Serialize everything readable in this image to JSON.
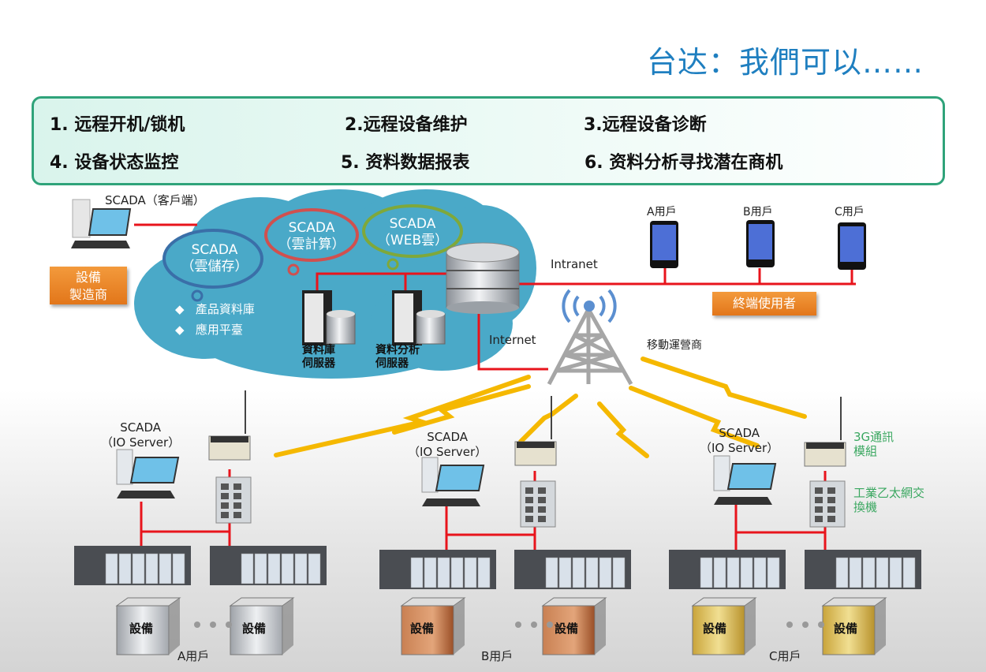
{
  "title": "台达：我們可以……",
  "features": [
    {
      "label": "1. 远程开机/锁机"
    },
    {
      "label": "2.远程设备维护"
    },
    {
      "label": "3.远程设备诊断"
    },
    {
      "label": "4. 设备状态监控"
    },
    {
      "label": "5. 资料数据报表"
    },
    {
      "label": "6. 资料分析寻找潜在商机"
    }
  ],
  "cloud": {
    "client_label": "SCADA（客戶端）",
    "manufacturer": [
      "設備",
      "製造商"
    ],
    "storage": [
      "SCADA",
      "（雲儲存）"
    ],
    "compute": [
      "SCADA",
      "（雲計算）"
    ],
    "web": [
      "SCADA",
      "（WEB雲）"
    ],
    "bullets": [
      "產品資料庫",
      "應用平臺"
    ],
    "db_server": [
      "資料庫",
      "伺服器"
    ],
    "analysis_server": [
      "資料分析",
      "伺服器"
    ],
    "colors": {
      "cloud": "#4aa9c8",
      "storage_border": "#3a6fa8",
      "compute_border": "#d0504f",
      "web_border": "#7fa83a"
    }
  },
  "network": {
    "intranet": "Intranet",
    "internet": "Internet",
    "carrier": "移動運營商",
    "end_users_label": "終端使用者",
    "mobile_users": [
      "A用戶",
      "B用戶",
      "C用戶"
    ],
    "link_color": "#e8141c",
    "wireless_color": "#f5b800"
  },
  "sites": [
    {
      "scada": [
        "SCADA",
        "（IO Server）"
      ],
      "device": "設備",
      "user": "A用戶",
      "box_color": "#b9bcc2"
    },
    {
      "scada": [
        "SCADA",
        "（IO Server）"
      ],
      "device": "設備",
      "user": "B用戶",
      "box_color": "#b8653a"
    },
    {
      "scada": [
        "SCADA",
        "（IO Server）"
      ],
      "device": "設備",
      "user": "C用戶",
      "box_color": "#c9a83a"
    }
  ],
  "legend": {
    "module_3g": [
      "3G通訊",
      "模組"
    ],
    "switch": [
      "工業乙太網交",
      "換機"
    ]
  }
}
